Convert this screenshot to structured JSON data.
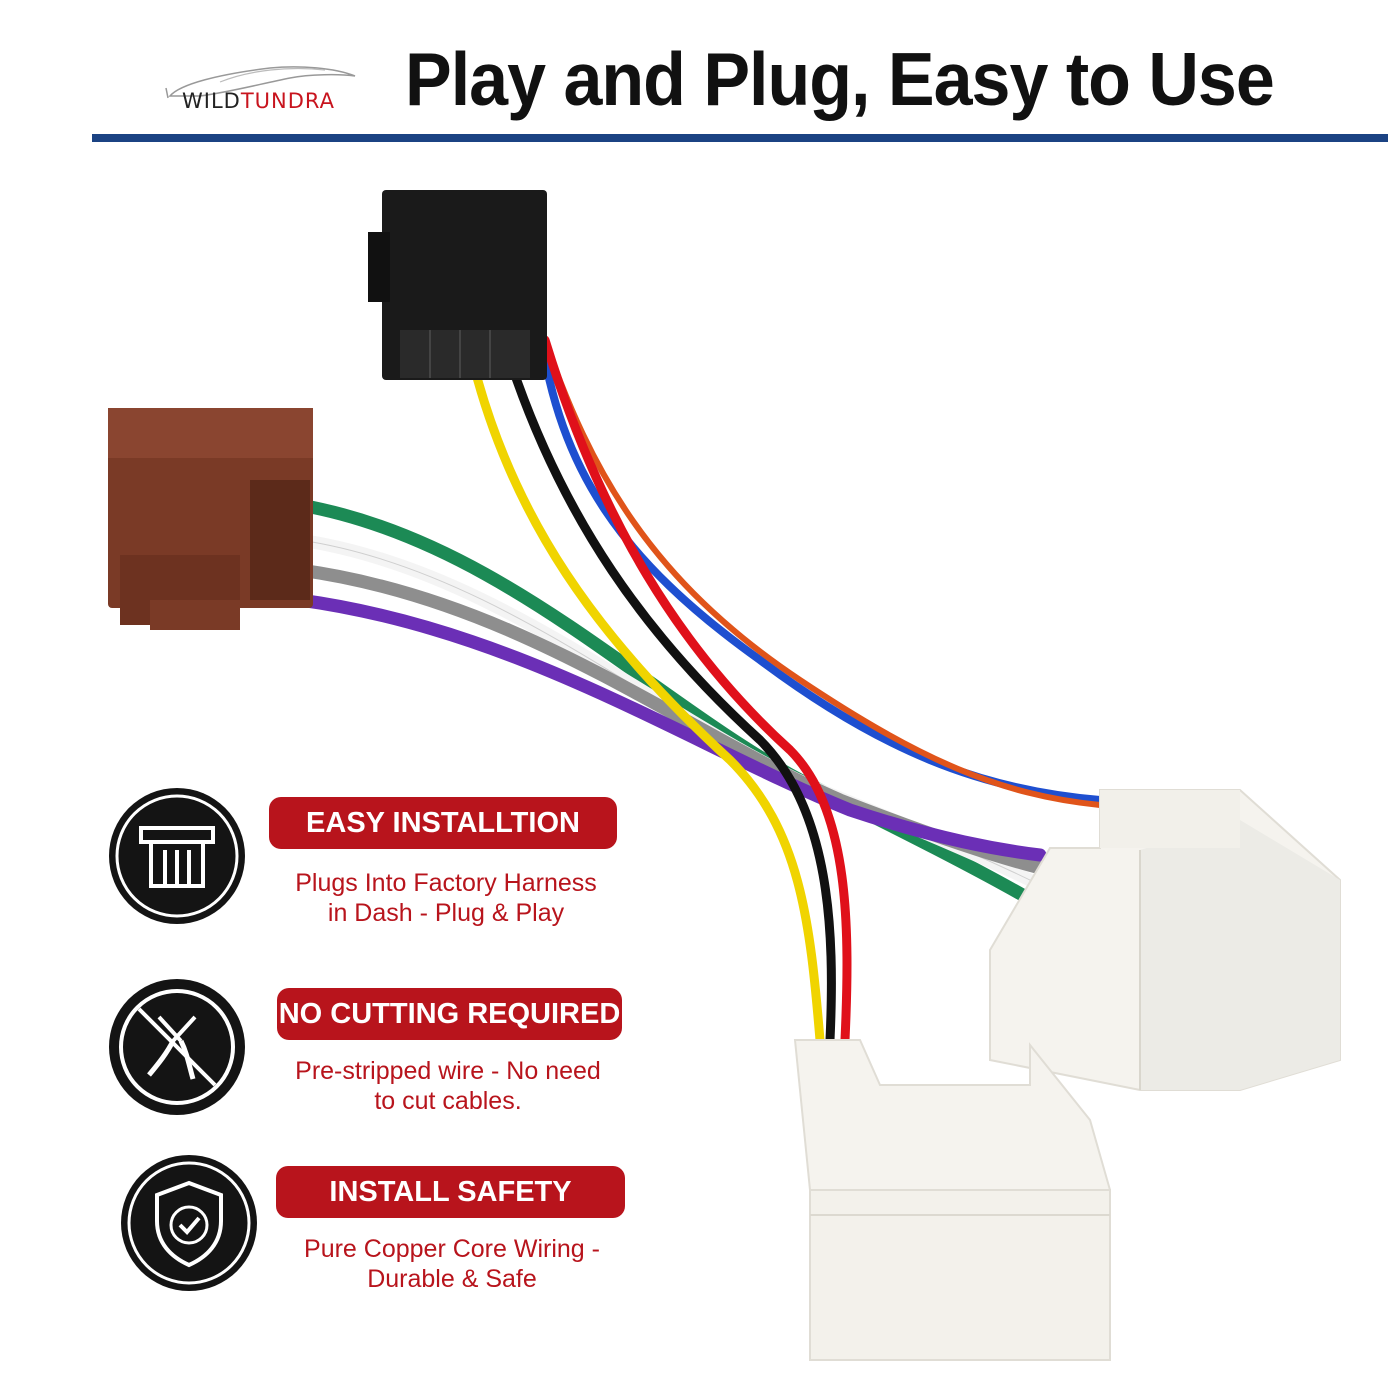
{
  "brand": {
    "logo_left": "WILD",
    "logo_right": "TUNDRA"
  },
  "headline": "Play and Plug, Easy to Use",
  "features": [
    {
      "icon": "connector-plug-icon",
      "title": "EASY INSTALLTION",
      "desc1": "Plugs Into Factory Harness",
      "desc2": "in Dash - Plug & Play"
    },
    {
      "icon": "no-cutting-pliers-icon",
      "title": "NO CUTTING REQUIRED",
      "desc1": "Pre-stripped wire - No need",
      "desc2": "to cut cables."
    },
    {
      "icon": "shield-check-icon",
      "title": "INSTALL SAFETY",
      "desc1": "Pure Copper Core Wiring -",
      "desc2": "Durable & Safe"
    }
  ],
  "colors": {
    "accent_red": "#b8141c",
    "rule_blue": "#1b4383",
    "icon_black": "#141414"
  }
}
